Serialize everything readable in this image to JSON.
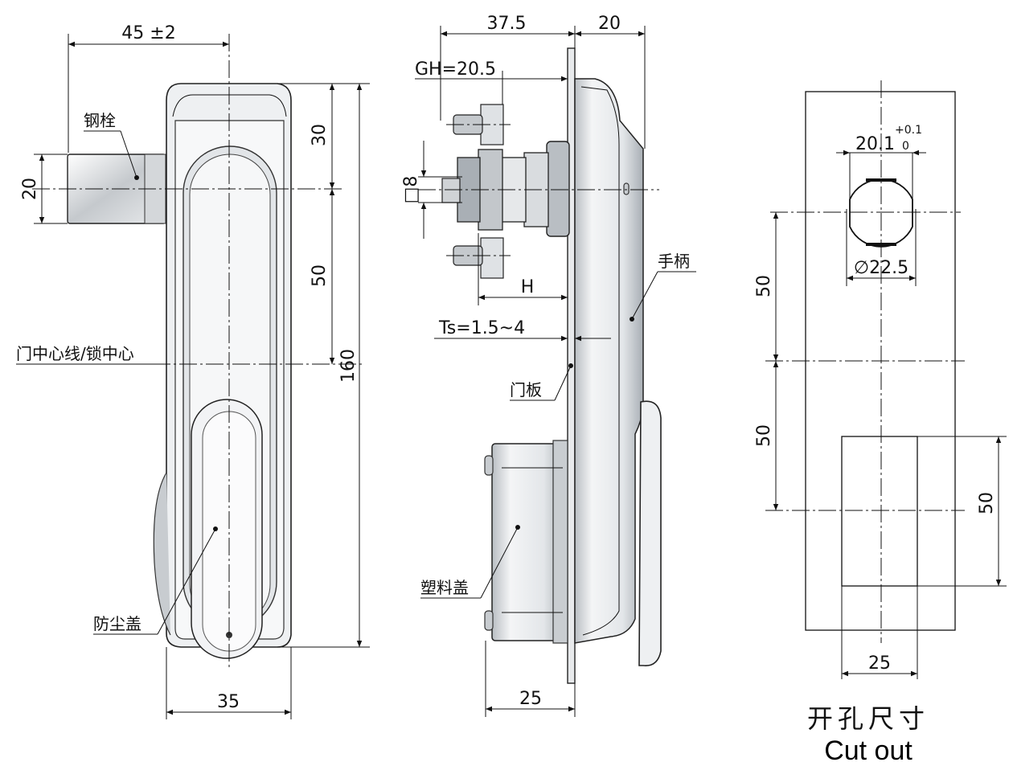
{
  "front_view": {
    "dims": {
      "bolt_reach": "45 ±2",
      "bolt_height": "20",
      "top_offset": "30",
      "upper_spacing": "50",
      "total_height": "160",
      "width": "35"
    },
    "labels": {
      "bolt": "钢栓",
      "center_line": "门中心线/锁中心",
      "dust_cover": "防尘盖"
    }
  },
  "side_view": {
    "dims": {
      "depth": "37.5",
      "handle_proj": "20",
      "gh": "GH=20.5",
      "square": "□8",
      "h": "H",
      "ts": "Ts=1.5~4",
      "cover_depth": "25"
    },
    "labels": {
      "handle": "手柄",
      "door_panel": "门板",
      "plastic_cover": "塑料盖"
    }
  },
  "cutout_view": {
    "dims": {
      "flat_width": "20.1",
      "tol_upper": "+0.1",
      "tol_lower": "0",
      "diameter": "∅22.5",
      "spacing_1": "50",
      "spacing_2": "50",
      "rect_height": "50",
      "rect_width": "25"
    },
    "title_cn": "开孔尺寸",
    "title_en": "Cut out"
  }
}
